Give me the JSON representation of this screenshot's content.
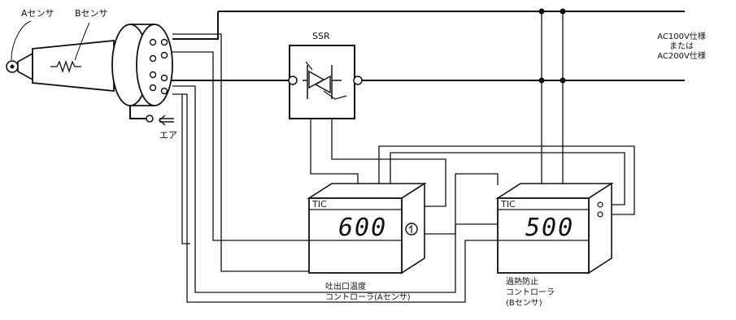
{
  "labels": {
    "sensor_a": "Aセンサ",
    "sensor_b": "Bセンサ",
    "air": "エア",
    "ssr": "SSR",
    "power_line1": "AC100V仕様",
    "power_line2": "または",
    "power_line3": "AC200V仕様"
  },
  "controllers": {
    "a": {
      "tag": "TIC",
      "value": "600",
      "caption_line1": "吐出口温度",
      "caption_line2": "コントローラ(Aセンサ)"
    },
    "b": {
      "tag": "TIC",
      "value": "500",
      "caption_line1": "過熱防止",
      "caption_line2": "コントローラ",
      "caption_line3": "(Bセンサ)"
    }
  }
}
